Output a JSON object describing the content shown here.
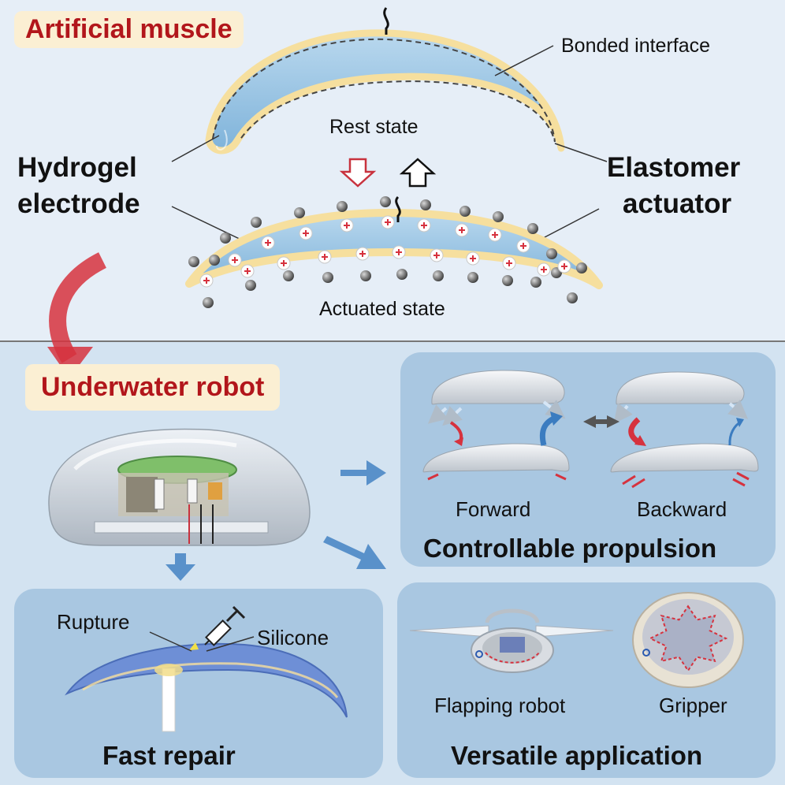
{
  "top": {
    "section_label": "Artificial muscle",
    "bonded_interface": "Bonded interface",
    "rest_state": "Rest state",
    "actuated_state": "Actuated state",
    "hydrogel_line1": "Hydrogel",
    "hydrogel_line2": "electrode",
    "elastomer_line1": "Elastomer",
    "elastomer_line2": "actuator"
  },
  "bottom": {
    "section_label": "Underwater robot",
    "propulsion": {
      "forward": "Forward",
      "backward": "Backward",
      "title": "Controllable propulsion"
    },
    "repair": {
      "rupture": "Rupture",
      "silicone": "Silicone",
      "title": "Fast repair"
    },
    "application": {
      "flapping": "Flapping robot",
      "gripper": "Gripper",
      "title": "Versatile application"
    }
  },
  "colors": {
    "top_bg": "#e6eef7",
    "bottom_bg": "#d3e3f1",
    "panel_bg": "#a9c7e1",
    "label_red": "#b2161b",
    "tag_bg": "#fbefd3",
    "hydrogel_blue": "#8fbfe0",
    "elastomer_yellow": "#f6df9e",
    "arrow_blue": "#3b7cc0",
    "arrow_red": "#d6323e"
  }
}
